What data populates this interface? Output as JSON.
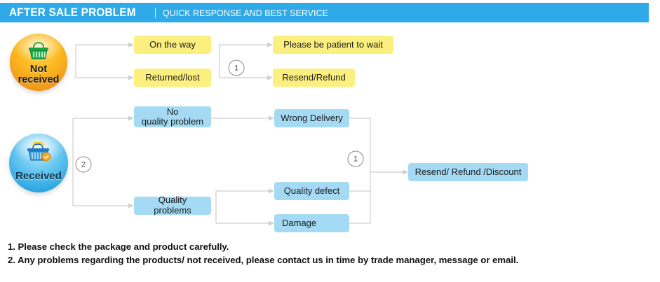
{
  "header": {
    "title": "AFTER SALE PROBLEM",
    "divider": "|",
    "subtitle": "QUICK RESPONSE AND BEST SERVICE",
    "bar_color": "#2faae8",
    "text_color": "#ffffff"
  },
  "colors": {
    "yellow_box": "#fbef7f",
    "blue_box": "#a4daf4",
    "connector": "#cfcfcf",
    "marker_stroke": "#8a8a8a",
    "not_received_circle": "#fbb71f",
    "received_circle": "#2aa6e2"
  },
  "flow": {
    "branch_not_received": {
      "circle_label": "Not\nreceived",
      "icon": "shopping-basket-icon",
      "stage1": [
        {
          "label": "On the way"
        },
        {
          "label": "Returned/lost"
        }
      ],
      "marker": "1",
      "stage2": [
        {
          "label": "Please be patient to wait"
        },
        {
          "label": "Resend/Refund"
        }
      ]
    },
    "branch_received": {
      "circle_label": "Received",
      "icon": "shopping-basket-icon",
      "marker": "2",
      "stage1": [
        {
          "label": "No\nquality problem"
        },
        {
          "label": "Quality problems"
        }
      ],
      "stage2": [
        {
          "label": "Wrong Delivery"
        },
        {
          "label": "Quality defect"
        },
        {
          "label": "Damage"
        }
      ],
      "marker2": "1",
      "outcome": {
        "label": "Resend/ Refund /Discount"
      }
    }
  },
  "footer": {
    "notes": [
      "1. Please check the package and product carefully.",
      "2. Any problems regarding the products/ not received, please contact us in time by trade manager, message or email."
    ]
  }
}
